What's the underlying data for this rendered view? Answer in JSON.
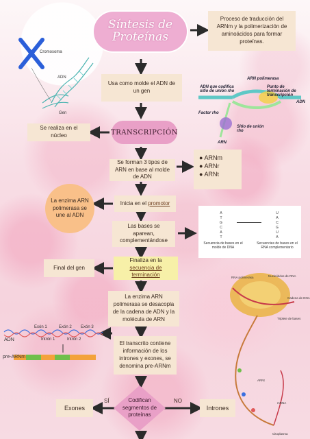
{
  "title": {
    "line1": "Síntesis de",
    "line2": "Proteínas"
  },
  "boxes": {
    "process": "Proceso de traducción del ARNm y la polimerización de aminoácidos para formar proteínas.",
    "molde": "Usa como molde el ADN de un gen",
    "nucleo": "Se realiza en el núcleo",
    "tipos": "Se forman 3 tipos de ARN en base al molde de ADN",
    "inicia_prefix": "Inicia en el ",
    "inicia_link": "promotor",
    "bases": "Las bases se aparean, complementándose",
    "finaliza_prefix": "Finaliza en la ",
    "finaliza_link": "secuencia de terminación",
    "final_gen": "Final del gen",
    "desacopla": "La enzima ARN polimerasa se desacopla de la cadena de ADN y la molécula de ARN",
    "transcrito": "El transcrito contiene información de los intrones y exones, se denomina pre-ARNm",
    "exones": "Exones",
    "intrones": "Intrones"
  },
  "transcripcion": "TRANSCRIPCIÓN",
  "enzima": "La enzima ARN polimerasa se une al ADN",
  "diamond": "Codifican segmentos de proteínas",
  "branch": {
    "si": "SÍ",
    "no": "NO"
  },
  "arn_types": [
    "ARNm",
    "ARNr",
    "ARNt"
  ],
  "dna_illustration": {
    "cromosoma": "Cromosoma",
    "adn": "ADN",
    "gen": "Gen"
  },
  "rna_diagram": {
    "arn_polimerasa": "ARN polimerasa",
    "adn_codifica": "ADN que codifica sitio de unión rho",
    "punto_terminacion": "Punto de terminación de transcripción",
    "adn": "ADN",
    "factor_rho": "Factor rho",
    "sitio_union": "Sitio de unión rho",
    "arn": "ARN"
  },
  "base_pairing": {
    "dna": [
      "A",
      "T",
      "G",
      "C",
      "A",
      "T"
    ],
    "rna": [
      "U",
      "A",
      "C",
      "G",
      "U",
      "A"
    ],
    "dna_caption": "Secuencia de bases en el molde de DNA",
    "rna_caption": "Secuencias de bases en el RNA complementario"
  },
  "splicing": {
    "exon1": "Exón 1",
    "exon2": "Exón 2",
    "exon3": "Exón 3",
    "intron1": "Intrón 1",
    "intron2": "Intrón 2",
    "adn": "ADN",
    "pre_arnm": "pre-ARNm"
  },
  "cell_diagram": {
    "nucleotidos": "Nucleótidos de RNA",
    "polimerasa": "RNA polimerasa",
    "cadena_dna": "Cadena de DNA",
    "trip": "Triplete de bases",
    "arnt": "ARNt",
    "arnm": "mRNA",
    "citoplasma": "Citoplasma"
  },
  "colors": {
    "pill": "#e9a0c7",
    "box": "#f6e6d3",
    "yellow": "#f7f0a8",
    "circle": "#f9c089",
    "arrow": "#2b2b2b",
    "dna_blue": "#3a6fe0",
    "teal": "#5fc8c6"
  }
}
